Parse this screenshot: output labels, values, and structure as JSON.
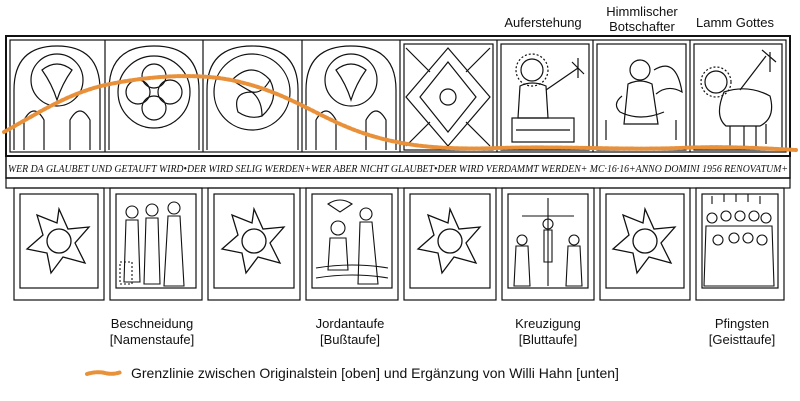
{
  "top_labels": {
    "auferstehung": "Auferstehung",
    "himmlischer": "Himmlischer",
    "botschafter": "Botschafter",
    "lamm_gottes": "Lamm Gottes"
  },
  "inscription": "WER DA GLAUBET UND GETAUFT WIRD•DER WIRD SELIG WERDEN+WER ABER NICHT GLAUBET•DER WIRD VERDAMMT WERDEN+ MC·16·16+ANNO DOMINI 1956 RENOVATUM+",
  "bottom_labels": [
    {
      "line1": "Beschneidung",
      "line2": "[Namenstaufe]"
    },
    {
      "line1": "Jordantaufe",
      "line2": "[Bußtaufe]"
    },
    {
      "line1": "Kreuzigung",
      "line2": "[Bluttaufe]"
    },
    {
      "line1": "Pfingsten",
      "line2": "[Geisttaufe]"
    }
  ],
  "legend": {
    "text": "Grenzlinie zwischen Originalstein [oben] und Ergänzung von Willi Hahn [unten]",
    "line_color": "#e8903a"
  }
}
